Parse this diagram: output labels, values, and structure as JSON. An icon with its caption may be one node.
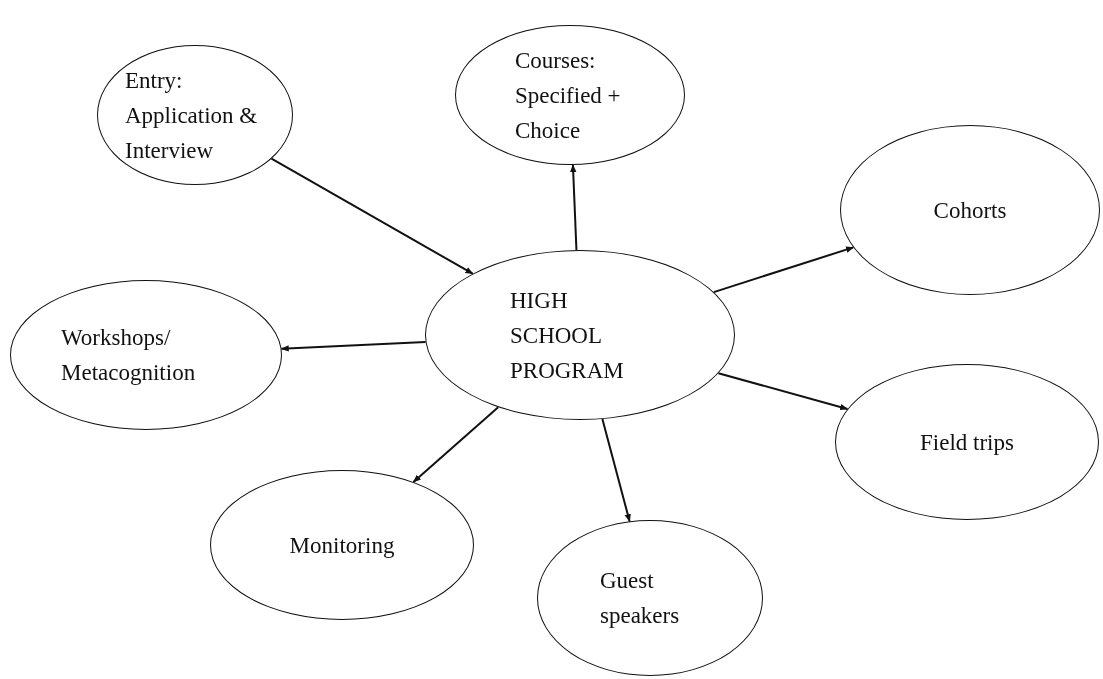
{
  "diagram": {
    "nodes": [
      {
        "text": [
          "Entry: Application & Interview"
        ]
      },
      {
        "text": [
          "Courses: Specified + Choice"
        ]
      },
      {
        "text": [
          "Cohorts"
        ]
      },
      {
        "text": [
          "Workshops/ Metacognition"
        ]
      },
      {
        "text": [
          "HIGH SCHOOL PROGRAM"
        ]
      },
      {
        "text": [
          "Field trips"
        ]
      },
      {
        "text": [
          "Monitoring"
        ]
      },
      {
        "text": [
          "Guest speakers"
        ]
      }
    ],
    "edges": [
      {
        "from": 0,
        "to": 4,
        "arrow": "to"
      },
      {
        "from": 4,
        "to": 1,
        "arrow": "to"
      },
      {
        "from": 4,
        "to": 2,
        "arrow": "to"
      },
      {
        "from": 4,
        "to": 3,
        "arrow": "to"
      },
      {
        "from": 4,
        "to": 5,
        "arrow": "to"
      },
      {
        "from": 4,
        "to": 6,
        "arrow": "to"
      },
      {
        "from": 4,
        "to": 7,
        "arrow": "to"
      }
    ]
  }
}
